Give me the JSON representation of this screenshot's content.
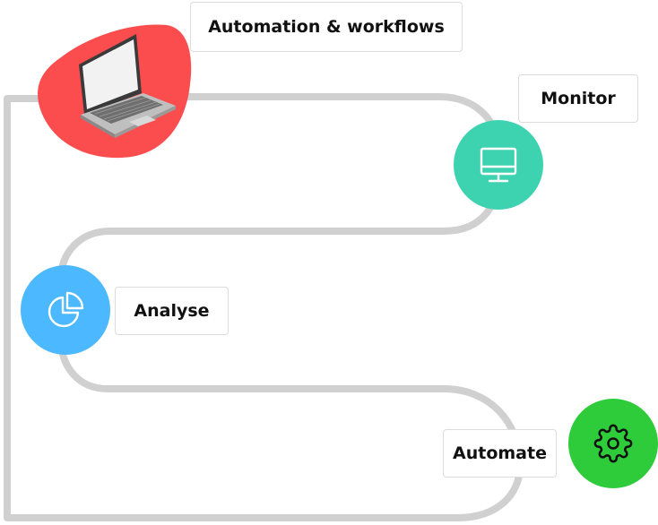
{
  "steps": [
    {
      "label": "Automation & workflows",
      "icon": "laptop-icon",
      "color": "#fb4d4e"
    },
    {
      "label": "Monitor",
      "icon": "monitor-icon",
      "color": "#3dd3b0"
    },
    {
      "label": "Analyse",
      "icon": "pie-chart-icon",
      "color": "#4cb8ff"
    },
    {
      "label": "Automate",
      "icon": "gear-icon",
      "color": "#2ecc3a"
    }
  ],
  "track_color": "#d0d0d0"
}
